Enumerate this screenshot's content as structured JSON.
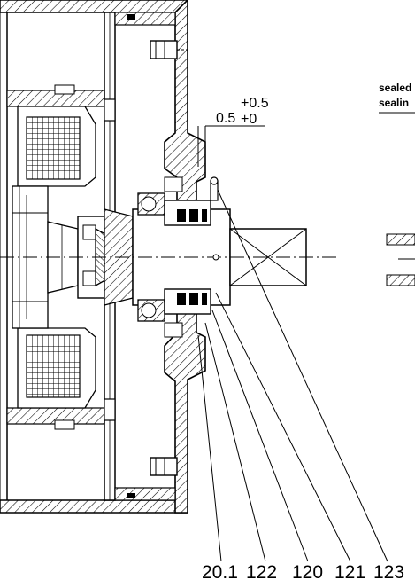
{
  "drawing": {
    "tolerance": {
      "nominal": "0.5",
      "upper": "+0.5",
      "lower": "+0"
    },
    "legend": {
      "line1": "sealed",
      "line2": "sealin"
    },
    "part_numbers": {
      "p1": "20.1",
      "p2": "122",
      "p3": "120",
      "p4": "121",
      "p5": "123"
    },
    "colors": {
      "ink": "#000000",
      "paper": "#ffffff"
    }
  }
}
